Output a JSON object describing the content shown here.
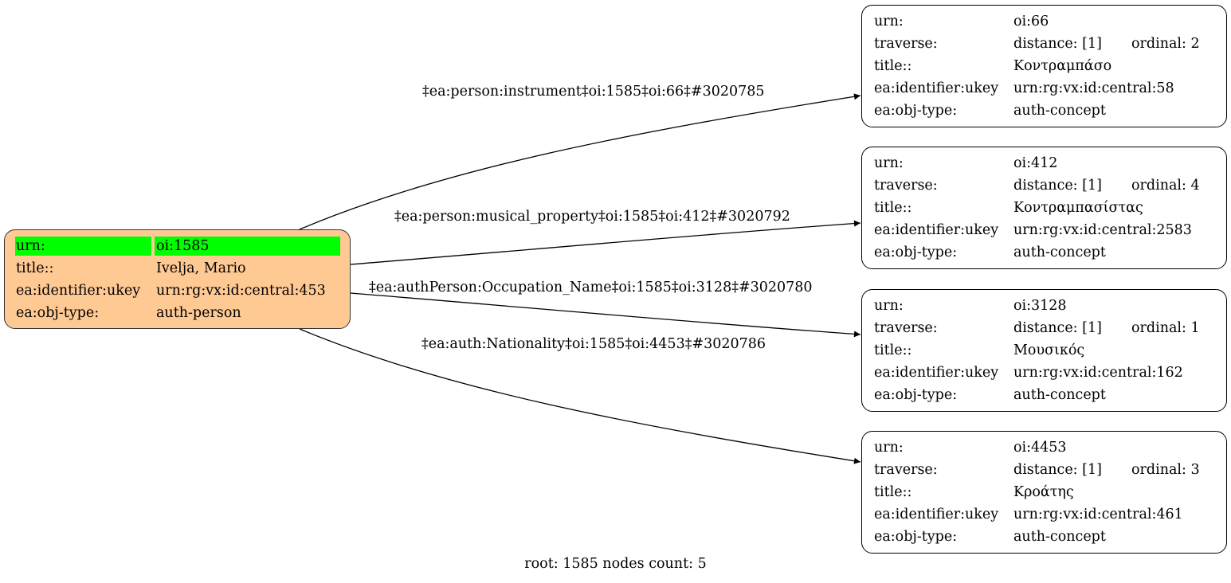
{
  "root": {
    "rows": [
      {
        "key": "urn:",
        "value": "oi:1585",
        "highlight": true
      },
      {
        "key": "title::",
        "value": "Ivelja, Mario"
      },
      {
        "key": "ea:identifier:ukey",
        "value": "urn:rg:vx:id:central:453"
      },
      {
        "key": "ea:obj-type:",
        "value": "auth-person"
      }
    ],
    "fill_color": "#ffc994",
    "highlight_color": "#00ff00"
  },
  "nodes": [
    {
      "urn_key": "urn:",
      "urn": "oi:66",
      "traverse_key": "traverse:",
      "distance": "distance: [1]",
      "ordinal": "ordinal: 2",
      "title_key": "title::",
      "title": "Κοντραμπάσο",
      "ukey_key": "ea:identifier:ukey",
      "ukey": "urn:rg:vx:id:central:58",
      "type_key": "ea:obj-type:",
      "type": "auth-concept"
    },
    {
      "urn_key": "urn:",
      "urn": "oi:412",
      "traverse_key": "traverse:",
      "distance": "distance: [1]",
      "ordinal": "ordinal: 4",
      "title_key": "title::",
      "title": "Κοντραμπασίστας",
      "ukey_key": "ea:identifier:ukey",
      "ukey": "urn:rg:vx:id:central:2583",
      "type_key": "ea:obj-type:",
      "type": "auth-concept"
    },
    {
      "urn_key": "urn:",
      "urn": "oi:3128",
      "traverse_key": "traverse:",
      "distance": "distance: [1]",
      "ordinal": "ordinal: 1",
      "title_key": "title::",
      "title": "Μουσικός",
      "ukey_key": "ea:identifier:ukey",
      "ukey": "urn:rg:vx:id:central:162",
      "type_key": "ea:obj-type:",
      "type": "auth-concept"
    },
    {
      "urn_key": "urn:",
      "urn": "oi:4453",
      "traverse_key": "traverse:",
      "distance": "distance: [1]",
      "ordinal": "ordinal: 3",
      "title_key": "title::",
      "title": "Κροάτης",
      "ukey_key": "ea:identifier:ukey",
      "ukey": "urn:rg:vx:id:central:461",
      "type_key": "ea:obj-type:",
      "type": "auth-concept"
    }
  ],
  "edges": [
    {
      "label": "‡ea:person:instrument‡oi:1585‡oi:66‡#3020785",
      "target": 0
    },
    {
      "label": "‡ea:person:musical_property‡oi:1585‡oi:412‡#3020792",
      "target": 1
    },
    {
      "label": "‡ea:authPerson:Occupation_Name‡oi:1585‡oi:3128‡#3020780",
      "target": 2
    },
    {
      "label": "‡ea:auth:Nationality‡oi:1585‡oi:4453‡#3020786",
      "target": 3
    }
  ],
  "footer": "root: 1585 nodes count: 5"
}
